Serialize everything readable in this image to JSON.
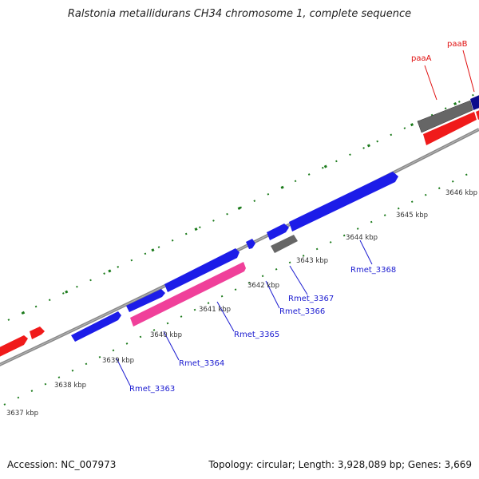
{
  "title": "Ralstonia metallidurans CH34 chromosome 1, complete sequence",
  "footer": {
    "accession": "Accession: NC_007973",
    "summary": "Topology: circular; Length: 3,928,089 bp; Genes: 3,669"
  },
  "colors": {
    "backbone": "#8a8a8a",
    "tick": "#1a7a1a",
    "gene_blue": "#1c1ce8",
    "gene_navy": "#0b0b8c",
    "gene_red": "#f01a1a",
    "gene_pink": "#f0409a",
    "gene_gray": "#666666",
    "label_blue": "#1a1ad0",
    "label_red": "#e01010",
    "kbp_text": "#333333"
  },
  "kbp_labels": [
    "3637 kbp",
    "3638 kbp",
    "3639 kbp",
    "3640 kbp",
    "3641 kbp",
    "3642 kbp",
    "3643 kbp",
    "3644 kbp",
    "3645 kbp",
    "3646 kbp"
  ],
  "gene_labels": [
    "Rmet_3363",
    "Rmet_3364",
    "Rmet_3365",
    "Rmet_3366",
    "Rmet_3367",
    "Rmet_3368",
    "paaA",
    "paaB"
  ]
}
